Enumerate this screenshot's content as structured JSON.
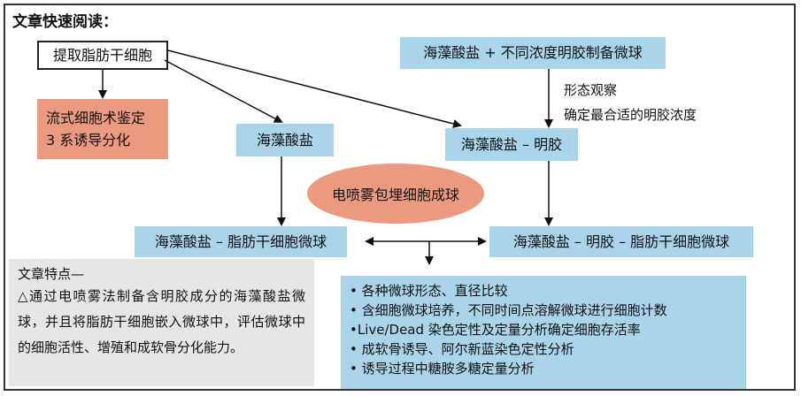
{
  "title": "文章快速阅读：",
  "boxes": {
    "extract": "提取脂肪干细胞",
    "flow_line1": "流式细胞术鉴定",
    "flow_line2": "3 系诱导分化",
    "alginate": "海藻酸盐",
    "alginate_gelatin_prep": "海藻酸盐 + 不同浓度明胶制备微球",
    "alginate_gelatin": "海藻酸盐 – 明胶",
    "electrospray": "电喷雾包埋细胞成球",
    "alg_msc_micro": "海藻酸盐 – 脂肪干细胞微球",
    "alg_gel_msc_micro": "海藻酸盐 – 明胶 – 脂肪干细胞微球"
  },
  "notes": {
    "morphology": "形态观察",
    "optimal": "确定最合适的明胶浓度"
  },
  "features": {
    "heading": "文章特点—",
    "body": "△通过电喷雾法制备含明胶成分的海藻酸盐微球，并且将脂肪干细胞嵌入微球中，评估微球中的细胞活性、增殖和成软骨分化能力。"
  },
  "analysis_items": [
    "• 各种微球形态、直径比较",
    "• 含细胞微球培养，不同时间点溶解微球进行细胞计数",
    "•Live/Dead 染色定性及定量分析确定细胞存活率",
    "• 成软骨诱导、阿尔新蓝染色定性分析",
    "• 诱导过程中糖胺多糖定量分析"
  ]
}
